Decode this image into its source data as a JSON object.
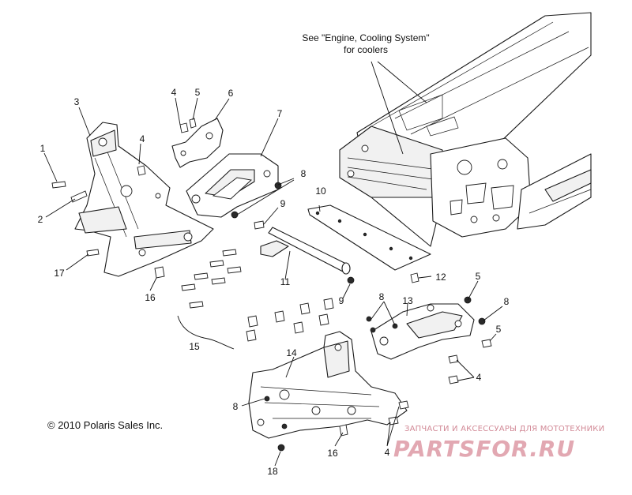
{
  "note": {
    "line1": "See \"Engine, Cooling System\"",
    "line2": "for coolers"
  },
  "callouts": {
    "c1": "1",
    "c2": "2",
    "c3": "3",
    "c4a": "4",
    "c4b": "4",
    "c4c": "4",
    "c4d": "4",
    "c5a": "5",
    "c5b": "5",
    "c5c": "5",
    "c6": "6",
    "c7": "7",
    "c8a": "8",
    "c8b": "8",
    "c8c": "8",
    "c8d": "8",
    "c9a": "9",
    "c9b": "9",
    "c10": "10",
    "c11": "11",
    "c12": "12",
    "c13": "13",
    "c14": "14",
    "c15": "15",
    "c16a": "16",
    "c16b": "16",
    "c17": "17",
    "c18": "18"
  },
  "copyright": "© 2010 Polaris Sales Inc.",
  "watermark": {
    "subtitle": "ЗАПЧАСТИ И АКСЕССУАРЫ ДЛЯ МОТОТЕХНИКИ",
    "brand": "PARTSFOR.RU"
  },
  "colors": {
    "line": "#1a1a1a",
    "watermark": "#e2a8b2"
  }
}
